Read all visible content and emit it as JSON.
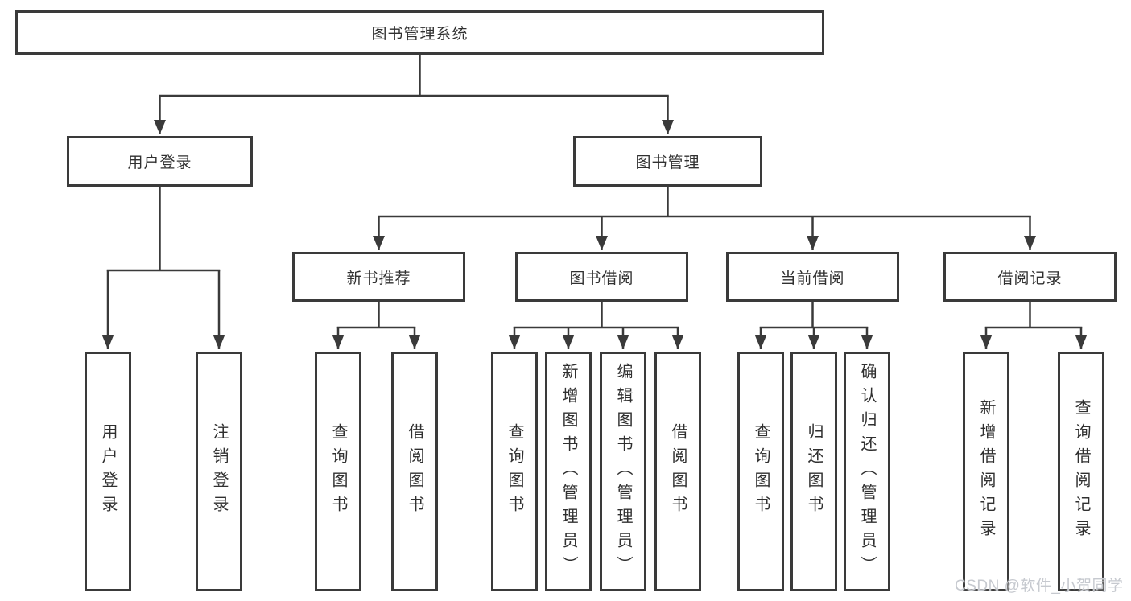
{
  "nodes": {
    "root": {
      "label": "图书管理系统"
    },
    "user_login": {
      "label": "用户登录"
    },
    "book_mgmt": {
      "label": "图书管理"
    },
    "new_books": {
      "label": "新书推荐"
    },
    "book_borrow": {
      "label": "图书借阅"
    },
    "current_borrow": {
      "label": "当前借阅"
    },
    "borrow_records": {
      "label": "借阅记录"
    },
    "leaf_user_login": {
      "label": "用户登录"
    },
    "leaf_logout": {
      "label": "注销登录"
    },
    "nb_query": {
      "label": "查询图书"
    },
    "nb_borrow": {
      "label": "借阅图书"
    },
    "bb_query": {
      "label": "查询图书"
    },
    "bb_add": {
      "label": "新增图书（管理员）"
    },
    "bb_edit": {
      "label": "编辑图书（管理员）"
    },
    "bb_borrow": {
      "label": "借阅图书"
    },
    "cb_query": {
      "label": "查询图书"
    },
    "cb_return": {
      "label": "归还图书"
    },
    "cb_confirm": {
      "label": "确认归还（管理员）"
    },
    "br_add": {
      "label": "新增借阅记录"
    },
    "br_query": {
      "label": "查询借阅记录"
    }
  },
  "watermark": {
    "text": "CSDN @软件_小贺同学"
  },
  "colors": {
    "border": "#3a3a3a",
    "line": "#3a3a3a",
    "text": "#303030",
    "watermark": "#c6c9cf",
    "background": "#ffffff"
  }
}
